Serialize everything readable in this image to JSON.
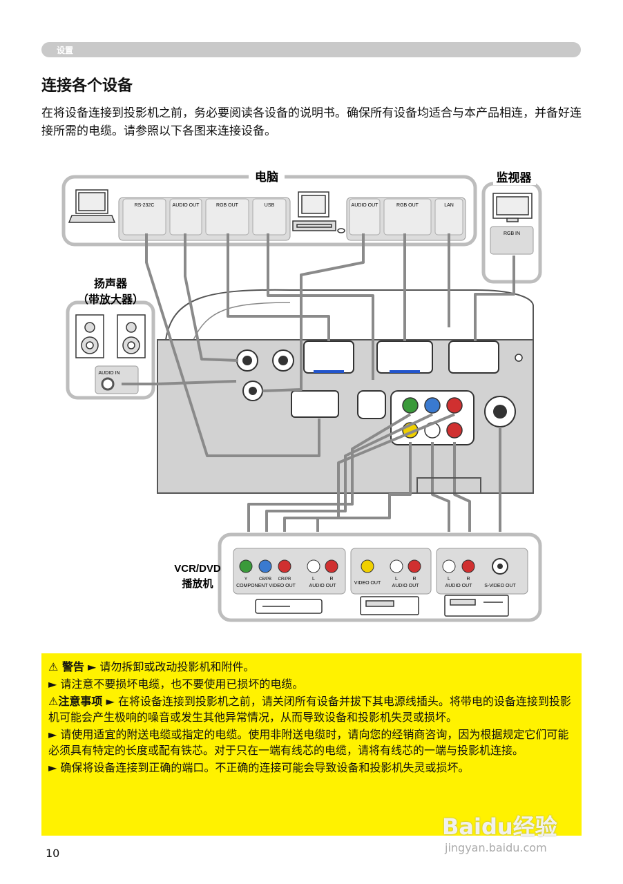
{
  "header": {
    "section": "设置"
  },
  "title": "连接各个设备",
  "intro": "在将设备连接到投影机之前，务必要阅读各设备的说明书。确保所有设备均适合与本产品相连，并备好连接所需的电缆。请参照以下各图来连接设备。",
  "diagram": {
    "computer_label": "电脑",
    "monitor_label": "监视器",
    "speaker_label_1": "扬声器",
    "speaker_label_2": "（带放大器）",
    "vcr_label_1": "VCR/DVD",
    "vcr_label_2": "播放机",
    "ports": {
      "rs232c": "RS-232C",
      "audio_out_1": "AUDIO OUT",
      "rgb_out_1": "RGB OUT",
      "usb": "USB",
      "audio_out_2": "AUDIO OUT",
      "rgb_out_2": "RGB OUT",
      "lan": "LAN",
      "rgb_in": "RGB IN",
      "audio_in": "AUDIO IN"
    },
    "vcr_ports": {
      "y": "Y",
      "cb": "CB/PB",
      "cr": "CR/PR",
      "component": "COMPONENT VIDEO OUT",
      "l1": "L",
      "r1": "R",
      "audio_out_a": "AUDIO OUT",
      "video_out": "VIDEO OUT",
      "l2": "L",
      "r2": "R",
      "audio_out_b": "AUDIO OUT",
      "l3": "L",
      "r3": "R",
      "audio_out_c": "AUDIO OUT",
      "svideo_out": "S-VIDEO OUT"
    }
  },
  "warnings": {
    "warning_label": "⚠ 警告",
    "warning_1": "► 请勿拆卸或改动投影机和附件。",
    "warning_2": "► 请注意不要损坏电缆，也不要使用已损坏的电缆。",
    "caution_label": "⚠注意事项",
    "caution_1": "► 在将设备连接到投影机之前，请关闭所有设备并拔下其电源线插头。将带电的设备连接到投影机可能会产生极响的噪音或发生其他异常情况，从而导致设备和投影机失灵或损坏。",
    "caution_2": "► 请使用适宜的附送电缆或指定的电缆。使用非附送电缆时，请向您的经销商咨询，因为根据规定它们可能必须具有特定的长度或配有铁芯。对于只在一端有线芯的电缆，请将有线芯的一端与投影机连接。",
    "caution_3": "► 确保将设备连接到正确的端口。不正确的连接可能会导致设备和投影机失灵或损坏。"
  },
  "page_number": "10",
  "watermark": {
    "logo": "Baidu经验",
    "url": "jingyan.baidu.com"
  },
  "colors": {
    "warning_bg": "#fff200",
    "section_bar": "#c9c9c9",
    "cable_grey": "#8a8a8a"
  }
}
